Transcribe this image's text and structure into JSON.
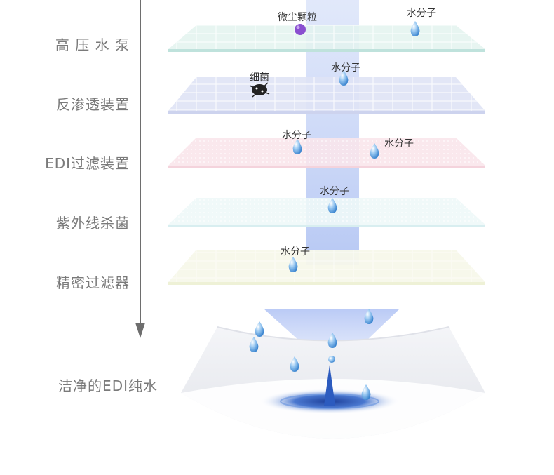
{
  "steps": [
    {
      "label": "高 压 水 泵"
    },
    {
      "label": "反渗透装置"
    },
    {
      "label": "EDI过滤装置"
    },
    {
      "label": "紫外线杀菌"
    },
    {
      "label": "精密过滤器"
    }
  ],
  "final_label": "洁净的EDI纯水",
  "molecules": {
    "dust": "微尘颗粒",
    "bacteria": "细菌",
    "water": "水分子"
  },
  "colors": {
    "layer1": "#bfe2dc",
    "layer2": "#cdd3ee",
    "layer3": "#f4d3dc",
    "layer4": "#d8eef0",
    "layer5": "#eef1d6",
    "arrow": "#b6c6f2",
    "water_drop": "#5aa2e0",
    "dust": "#8a4fd0",
    "bacteria": "#222222",
    "text_gray": "#7a7a7a"
  }
}
